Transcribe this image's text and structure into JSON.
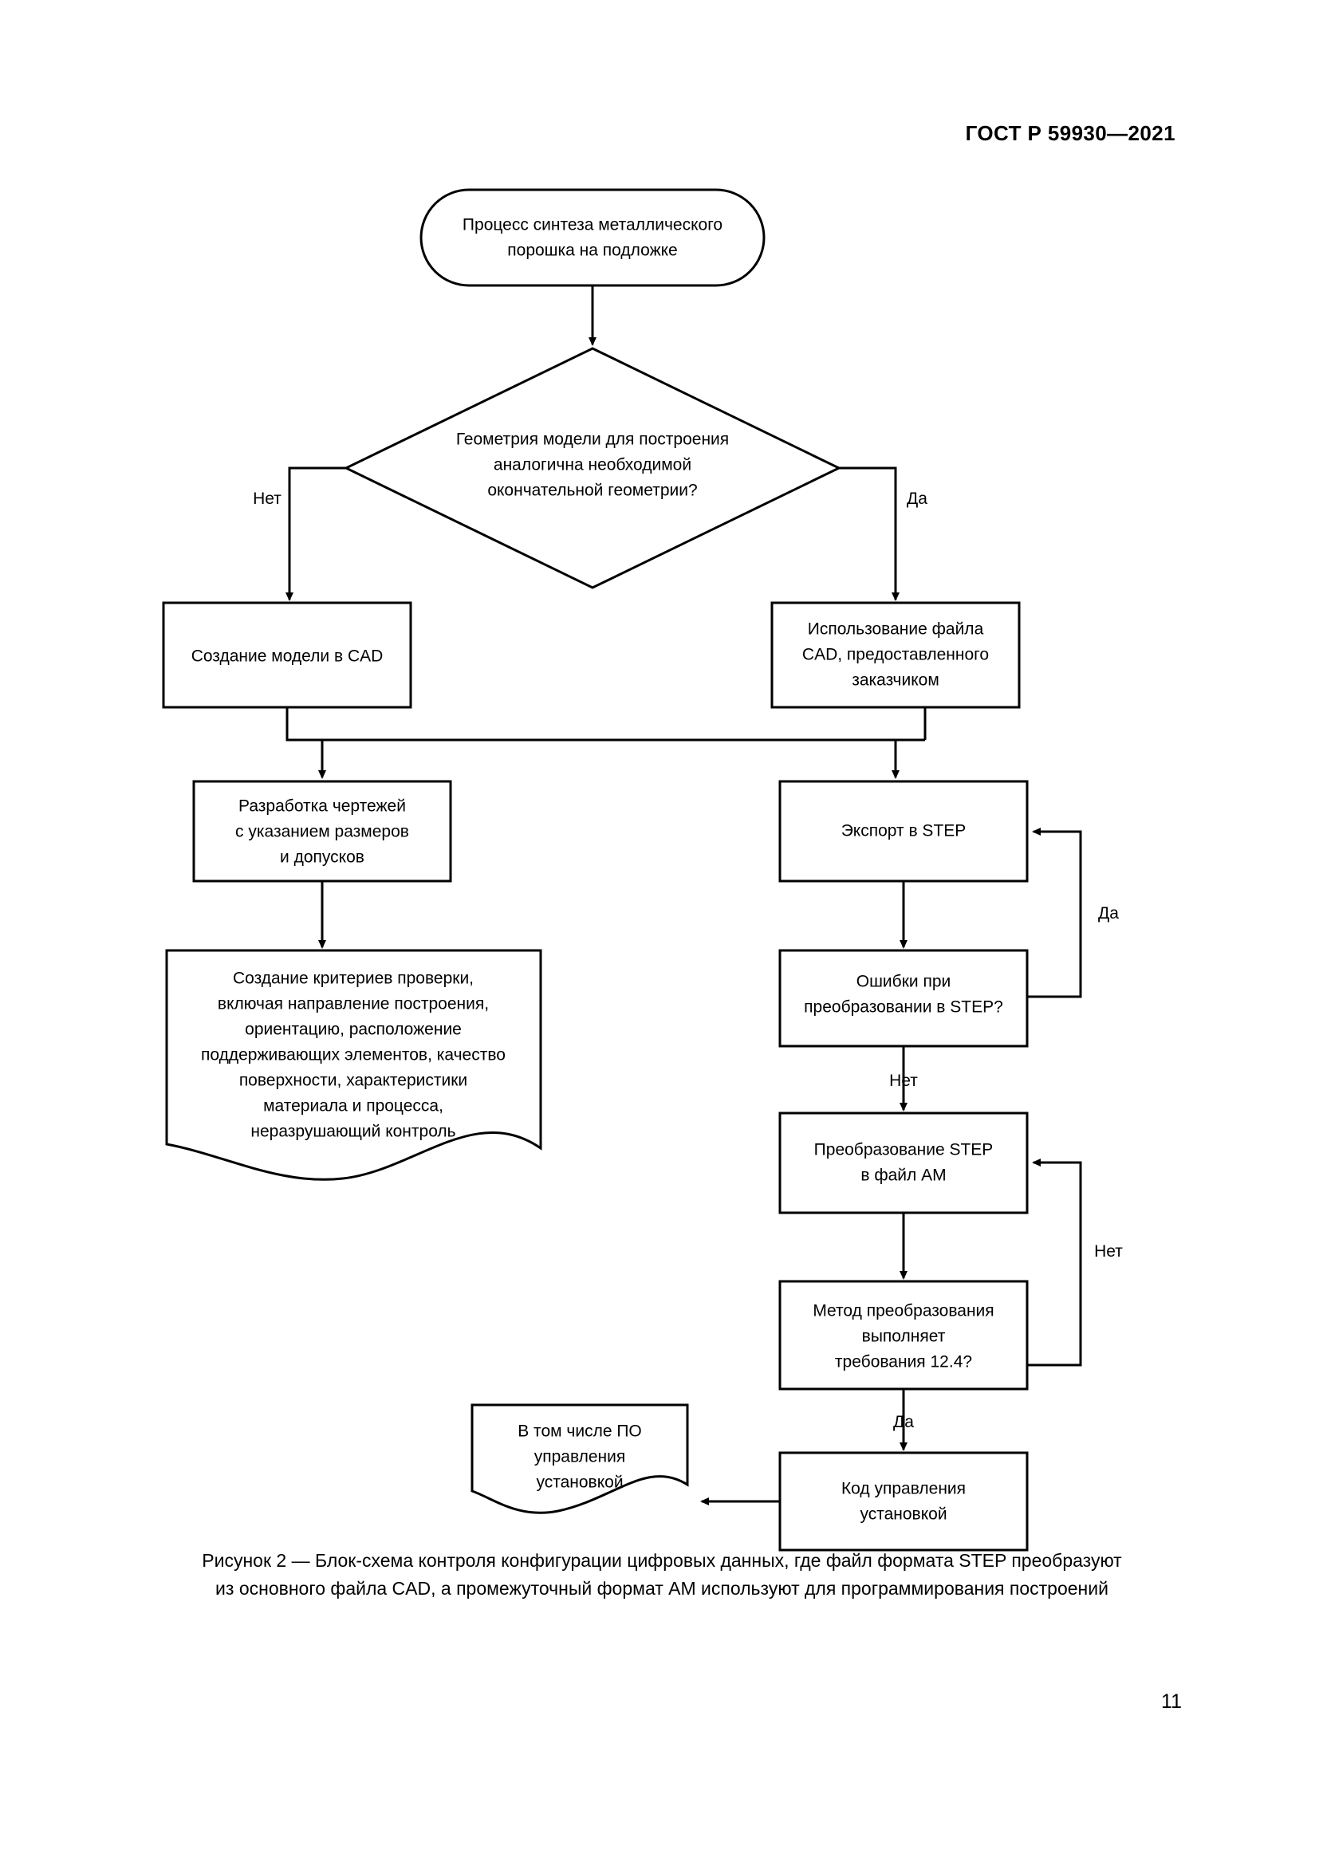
{
  "document": {
    "header": "ГОСТ Р 59930—2021",
    "page_number": "11"
  },
  "caption": {
    "line1": "Рисунок 2 — Блок-схема контроля конфигурации цифровых данных, где файл формата STEP преобразуют",
    "line2": "из основного файла CAD, а промежуточный формат АМ используют для программирования построений"
  },
  "colors": {
    "stroke": "#000000",
    "fill": "#ffffff",
    "text": "#000000"
  },
  "chart_data": {
    "type": "diagram",
    "subtype": "flowchart",
    "title": "Блок-схема контроля конфигурации цифровых данных",
    "nodes": [
      {
        "id": "start",
        "shape": "stadium",
        "lines": [
          "Процесс синтеза металлического",
          "порошка на подложке"
        ]
      },
      {
        "id": "decision-geometry",
        "shape": "diamond",
        "lines": [
          "Геометрия модели для построения",
          "аналогична необходимой",
          "окончательной геометрии?"
        ]
      },
      {
        "id": "create-cad-model",
        "shape": "rect",
        "lines": [
          "Создание модели в CAD"
        ]
      },
      {
        "id": "use-customer-cad",
        "shape": "rect",
        "lines": [
          "Использование файла",
          "CAD, предоставленного",
          "заказчиком"
        ]
      },
      {
        "id": "develop-drawings",
        "shape": "rect",
        "lines": [
          "Разработка чертежей",
          "с указанием размеров",
          "и допусков"
        ]
      },
      {
        "id": "export-step",
        "shape": "rect",
        "lines": [
          "Экспорт в STEP"
        ]
      },
      {
        "id": "create-criteria",
        "shape": "document",
        "lines": [
          "Создание критериев проверки,",
          "включая направление построения,",
          "ориентацию, расположение",
          "поддерживающих элементов, качество",
          "поверхности, характеристики",
          "материала и процесса,",
          "неразрушающий контроль"
        ]
      },
      {
        "id": "errors-step",
        "shape": "rect",
        "lines": [
          "Ошибки при",
          "преобразовании в STEP?"
        ]
      },
      {
        "id": "convert-step-am",
        "shape": "rect",
        "lines": [
          "Преобразование STEP",
          "в файл АМ"
        ]
      },
      {
        "id": "method-requirements",
        "shape": "rect",
        "lines": [
          "Метод преобразования",
          "выполняет",
          "требования 12.4?"
        ]
      },
      {
        "id": "machine-control-code",
        "shape": "rect",
        "lines": [
          "Код управления",
          "установкой"
        ]
      },
      {
        "id": "including-software",
        "shape": "document",
        "lines": [
          "В том числе ПО",
          "управления",
          "установкой"
        ]
      }
    ],
    "edges": [
      {
        "from": "start",
        "to": "decision-geometry",
        "label": ""
      },
      {
        "from": "decision-geometry",
        "to": "create-cad-model",
        "label": "Нет"
      },
      {
        "from": "decision-geometry",
        "to": "use-customer-cad",
        "label": "Да"
      },
      {
        "from": "create-cad-model",
        "to": "develop-drawings",
        "label": ""
      },
      {
        "from": "use-customer-cad",
        "to": "export-step",
        "label": ""
      },
      {
        "from": "develop-drawings",
        "to": "create-criteria",
        "label": ""
      },
      {
        "from": "export-step",
        "to": "errors-step",
        "label": ""
      },
      {
        "from": "errors-step",
        "to": "export-step",
        "label": "Да"
      },
      {
        "from": "errors-step",
        "to": "convert-step-am",
        "label": "Нет"
      },
      {
        "from": "convert-step-am",
        "to": "method-requirements",
        "label": ""
      },
      {
        "from": "method-requirements",
        "to": "convert-step-am",
        "label": "Нет"
      },
      {
        "from": "method-requirements",
        "to": "machine-control-code",
        "label": "Да"
      },
      {
        "from": "machine-control-code",
        "to": "including-software",
        "label": ""
      }
    ],
    "edge_labels": {
      "no_left": "Нет",
      "yes_right": "Да",
      "yes_export_loop": "Да",
      "no_to_convert": "Нет",
      "no_convert_loop": "Нет",
      "yes_to_code": "Да"
    }
  }
}
